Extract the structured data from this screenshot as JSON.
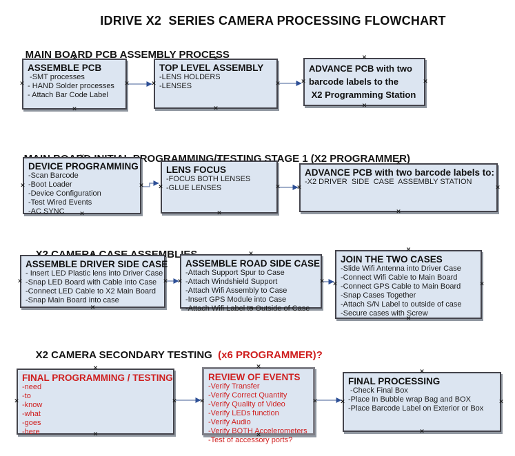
{
  "title": "IDRIVE X2  SERIES CAMERA PROCESSING FLOWCHART",
  "colors": {
    "box_fill": "#dce5f1",
    "box_border": "#44444c",
    "arrow_line": "#8193b8",
    "arrow_head": "#2d4f96",
    "red_text": "#cf1f1f",
    "shadow": "#9097a0"
  },
  "s1": {
    "heading": "MAIN BOARD PCB ASSEMBLY PROCESS",
    "b1": {
      "title": "ASSEMBLE PCB",
      "items": [
        " -SMT processes",
        "- HAND Solder processes",
        "- Attach Bar Code Label"
      ]
    },
    "b2": {
      "title": "TOP LEVEL ASSEMBLY",
      "items": [
        "-LENS HOLDERS",
        "-LENSES"
      ]
    },
    "b3": {
      "items": [
        "ADVANCE PCB with two",
        "barcode labels to the",
        " X2 Programming Station"
      ]
    }
  },
  "s2": {
    "heading": "MAIN BOARD INITIAL PROGRAMMING/TESTING STAGE 1 (X2 PROGRAMMER)",
    "b1": {
      "title": "DEVICE PROGRAMMING",
      "items": [
        "-Scan Barcode",
        "-Boot Loader",
        "-Device Configuration",
        "-Test Wired Events",
        "-AC SYNC"
      ]
    },
    "b2": {
      "title": "LENS FOCUS",
      "items": [
        "-FOCUS BOTH LENSES",
        "-GLUE LENSES"
      ]
    },
    "b3": {
      "title": "ADVANCE PCB with two barcode labels to:",
      "items": [
        "-X2 DRIVER  SIDE  CASE  ASSEMBLY STATION"
      ]
    }
  },
  "s3": {
    "heading": "X2 CAMERA CASE ASSEMBLIES",
    "b1": {
      "title": "ASSEMBLE DRIVER SIDE CASE",
      "items": [
        "- Insert LED Plastic lens into Driver Case",
        "-Snap LED Board with Cable into Case",
        "-Connect LED Cable to X2 Main Board",
        "-Snap Main Board into case"
      ]
    },
    "b2": {
      "title": "ASSEMBLE ROAD SIDE CASE",
      "items": [
        "-Attach Support Spur to Case",
        "-Attach Windshield Support",
        "-Attach Wifi Assembly to Case",
        "-Insert GPS Module into Case",
        "-Attach Wifi Label to Outside of Case"
      ]
    },
    "b3": {
      "title": "JOIN THE TWO CASES",
      "items": [
        "-Slide Wifi Antenna into Driver Case",
        "-Connect Wifi Cable to Main Board",
        "-Connect GPS Cable to Main Board",
        "-Snap Cases Together",
        "-Attach S/N Label to outside of case",
        "-Secure cases with Screw"
      ]
    }
  },
  "s4": {
    "heading": "X2 CAMERA SECONDARY TESTING ",
    "heading_red": " (x6 PROGRAMMER)?",
    "b1": {
      "title": "FINAL PROGRAMMING / TESTING",
      "items": [
        "-need",
        "-to",
        "-know",
        "-what",
        "-goes",
        "-here"
      ]
    },
    "b2": {
      "title": "REVIEW OF EVENTS",
      "items": [
        "-Verify Transfer",
        "-Verify Correct Quantity",
        "-Verify Quality of Video",
        "-Verify LEDs function",
        "-Verify Audio",
        "-Verify BOTH Accelerometers",
        "-Test of accessory ports?"
      ]
    },
    "b3": {
      "title": "FINAL PROCESSING",
      "items": [
        " -Check Final Box",
        "-Place In Bubble wrap Bag and BOX",
        "-Place Barcode Label on Exterior or Box"
      ]
    }
  }
}
